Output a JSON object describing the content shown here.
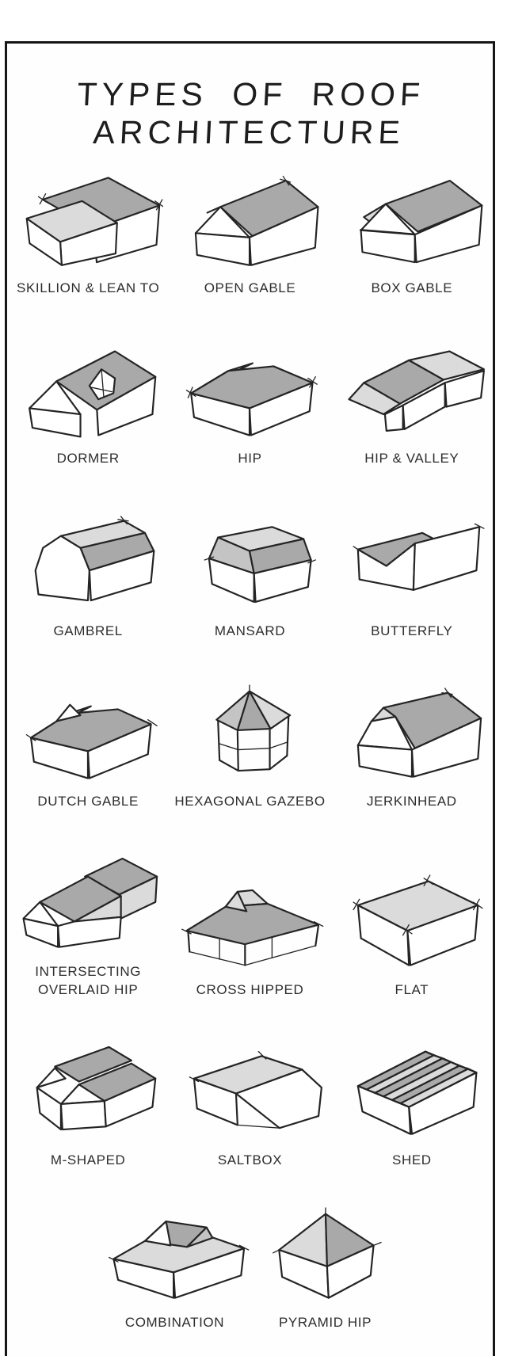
{
  "page": {
    "title_line1": "TYPES OF ROOF",
    "title_line2": "ARCHITECTURE"
  },
  "colors": {
    "background": "#ffffff",
    "frame_border": "#161616",
    "ink": "#242424",
    "roof_dark": "#a9a9a9",
    "roof_mid": "#c4c4c4",
    "roof_light": "#dbdbdb",
    "label_text": "#2d2d2d"
  },
  "roofs": [
    {
      "label": "SKILLION & LEAN TO"
    },
    {
      "label": "OPEN GABLE"
    },
    {
      "label": "BOX GABLE"
    },
    {
      "label": "DORMER"
    },
    {
      "label": "HIP"
    },
    {
      "label": "HIP & VALLEY"
    },
    {
      "label": "GAMBREL"
    },
    {
      "label": "MANSARD"
    },
    {
      "label": "BUTTERFLY"
    },
    {
      "label": "DUTCH GABLE"
    },
    {
      "label": "HEXAGONAL GAZEBO"
    },
    {
      "label": "JERKINHEAD"
    },
    {
      "label": "INTERSECTING OVERLAID HIP",
      "label_line1": "INTERSECTING",
      "label_line2": "OVERLAID HIP"
    },
    {
      "label": "CROSS HIPPED"
    },
    {
      "label": "FLAT"
    },
    {
      "label": "M-SHAPED"
    },
    {
      "label": "SALTBOX"
    },
    {
      "label": "SHED"
    },
    {
      "label": "COMBINATION"
    },
    {
      "label": "PYRAMID HIP"
    }
  ]
}
